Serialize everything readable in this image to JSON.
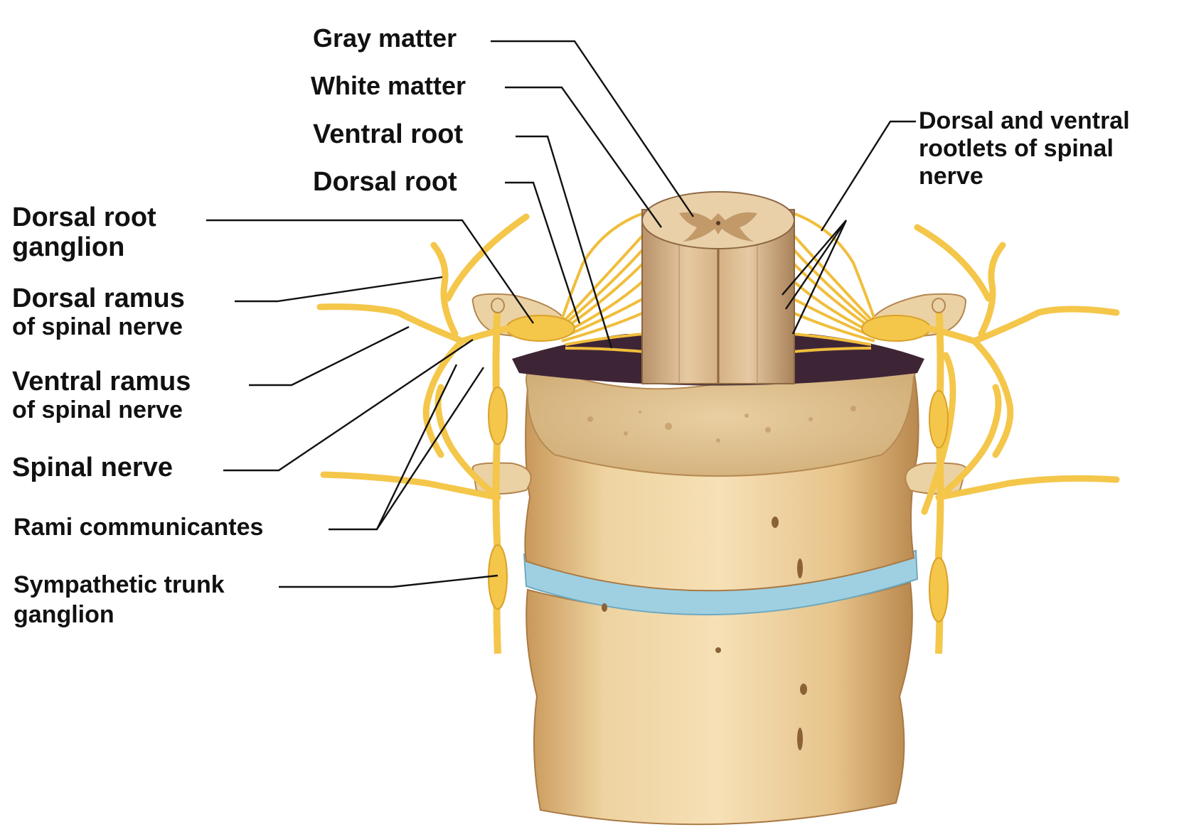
{
  "labels": {
    "gray_matter": "Gray matter",
    "white_matter": "White matter",
    "ventral_root": "Ventral root",
    "dorsal_root": "Dorsal root",
    "dorsal_root_ganglion_l1": "Dorsal root",
    "dorsal_root_ganglion_l2": "ganglion",
    "dorsal_ramus_l1": "Dorsal ramus",
    "dorsal_ramus_l2": "of spinal nerve",
    "ventral_ramus_l1": "Ventral ramus",
    "ventral_ramus_l2": "of spinal nerve",
    "spinal_nerve": "Spinal nerve",
    "rami_communicantes": "Rami communicantes",
    "sympathetic_trunk_ganglion_l1": "Sympathetic trunk",
    "sympathetic_trunk_ganglion_l2": "ganglion",
    "rootlets_l1": "Dorsal and ventral",
    "rootlets_l2": "rootlets of spinal",
    "rootlets_l3": "nerve"
  },
  "colors": {
    "bone": "#E8C990",
    "bone_shadow": "#C99A5C",
    "spongy_bone": "#F2DDB6",
    "spinal_cord": "#D8B489",
    "gray_matter": "#B8936A",
    "nerve": "#F4C64A",
    "nerve_outline": "#D9A22A",
    "disc": "#9ED0E2",
    "dura": "#3E2536",
    "leader_line": "#111111"
  }
}
